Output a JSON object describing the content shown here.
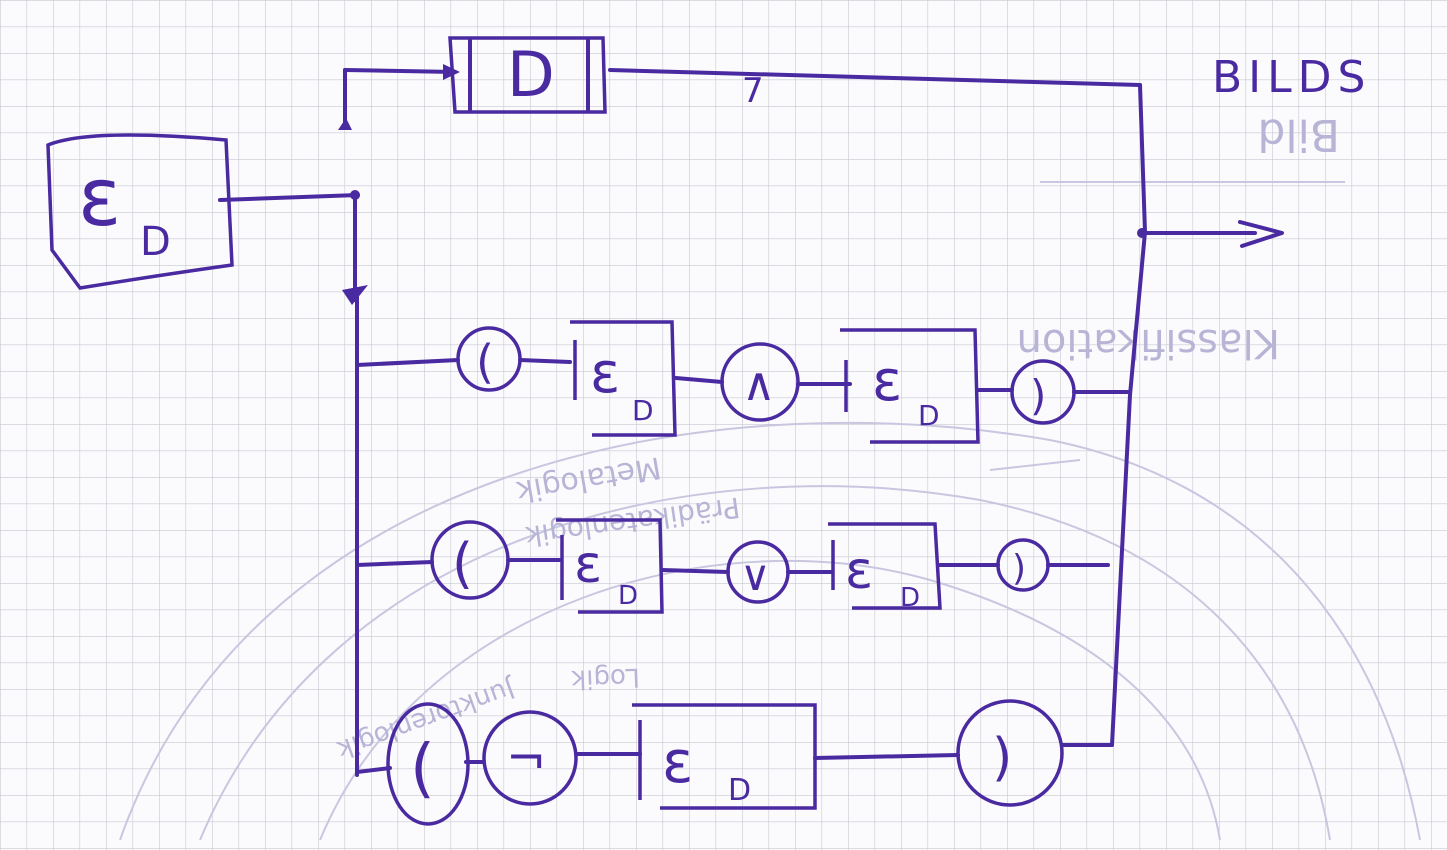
{
  "heading": "BILDS",
  "source_box": {
    "symbol": "ε",
    "subscript": "D"
  },
  "d_box": {
    "label": "D"
  },
  "top_wire_mark": "7",
  "output_arrow": "->",
  "rows": [
    {
      "open": "(",
      "left": {
        "symbol": "ε",
        "subscript": "D"
      },
      "op": "∧",
      "right": {
        "symbol": "ε",
        "subscript": "D"
      },
      "close": ")"
    },
    {
      "open": "(",
      "left": {
        "symbol": "ε",
        "subscript": "D"
      },
      "op": "∨",
      "right": {
        "symbol": "ε",
        "subscript": "D"
      },
      "close": ")"
    },
    {
      "open": "(",
      "neg": "¬",
      "single": {
        "symbol": "ε",
        "subscript": "D"
      },
      "close": ")"
    }
  ],
  "faint_notes": {
    "top_right": "Bild",
    "right_vertical": "Klassifikation",
    "arc1": "Metalogik",
    "arc2": "Prädikatenlogik",
    "arc3": "Junktorenlogik",
    "arc4": "Logik"
  },
  "colors": {
    "ink": "#4a2aa0",
    "grid": "#c8c8d2",
    "paper": "#fbfbfd",
    "faint": "#b8b4d6"
  }
}
